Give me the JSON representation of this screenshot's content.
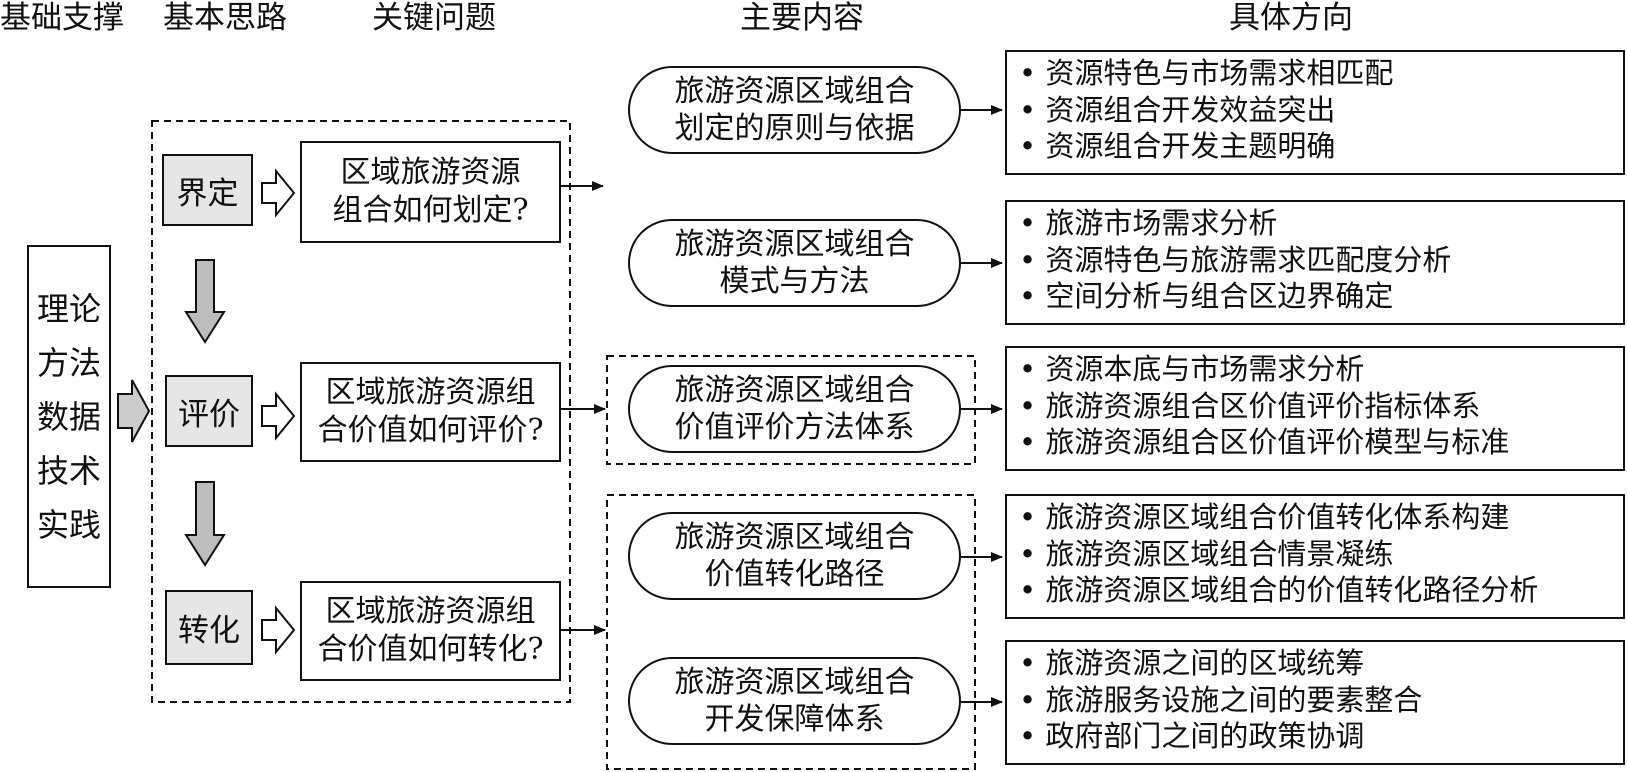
{
  "headers": {
    "foundation": "基础支撑",
    "approach": "基本思路",
    "key_questions": "关键问题",
    "main_content": "主要内容",
    "directions": "具体方向"
  },
  "foundation_items": [
    "理论",
    "方法",
    "数据",
    "技术",
    "实践"
  ],
  "steps": [
    {
      "label": "界定",
      "question": [
        "区域旅游资源",
        "组合如何划定?"
      ]
    },
    {
      "label": "评价",
      "question": [
        "区域旅游资源组",
        "合价值如何评价?"
      ]
    },
    {
      "label": "转化",
      "question": [
        "区域旅游资源组",
        "合价值如何转化?"
      ]
    }
  ],
  "contents": [
    {
      "title": [
        "旅游资源区域组合",
        "划定的原则与依据"
      ],
      "directions": [
        "资源特色与市场需求相匹配",
        "资源组合开发效益突出",
        "资源组合开发主题明确"
      ]
    },
    {
      "title": [
        "旅游资源区域组合",
        "模式与方法"
      ],
      "directions": [
        "旅游市场需求分析",
        "资源特色与旅游需求匹配度分析",
        "空间分析与组合区边界确定"
      ]
    },
    {
      "title": [
        "旅游资源区域组合",
        "价值评价方法体系"
      ],
      "directions": [
        "资源本底与市场需求分析",
        "旅游资源组合区价值评价指标体系",
        "旅游资源组合区价值评价模型与标准"
      ]
    },
    {
      "title": [
        "旅游资源区域组合",
        "价值转化路径"
      ],
      "directions": [
        "旅游资源区域组合价值转化体系构建",
        "旅游资源区域组合情景凝练",
        "旅游资源区域组合的价值转化路径分析"
      ]
    },
    {
      "title": [
        "旅游资源区域组合",
        "开发保障体系"
      ],
      "directions": [
        "旅游资源之间的区域统筹",
        "旅游服务设施之间的要素整合",
        "政府部门之间的政策协调"
      ]
    }
  ]
}
